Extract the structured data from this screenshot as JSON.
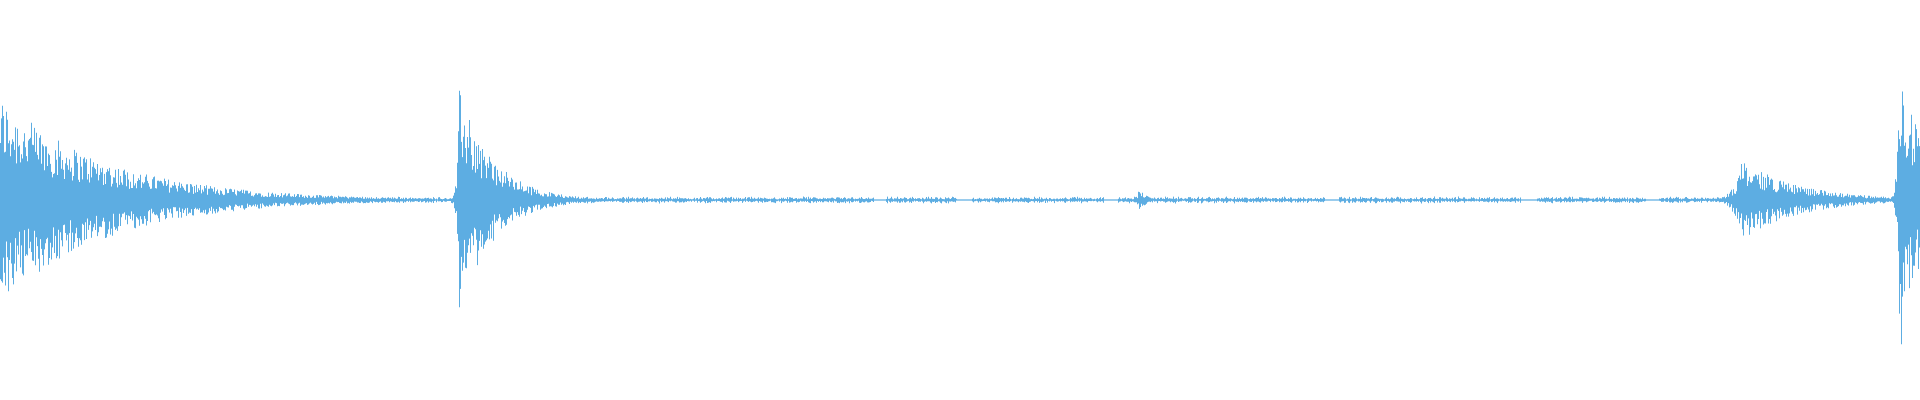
{
  "waveform": {
    "color": "#5dade2",
    "background": "#ffffff",
    "noise_floor": 0.012,
    "events": [
      {
        "at": 0.0,
        "peak": 0.52,
        "decay": 0.055,
        "attack": 0.001
      },
      {
        "at": 0.239,
        "peak": 0.55,
        "decay": 0.018,
        "attack": 0.001
      },
      {
        "at": 0.593,
        "peak": 0.06,
        "decay": 0.004,
        "attack": 0.001
      },
      {
        "at": 0.907,
        "peak": 0.2,
        "decay": 0.03,
        "attack": 0.004
      },
      {
        "at": 0.989,
        "peak": 0.8,
        "decay": 0.012,
        "attack": 0.001
      }
    ],
    "dropouts": [
      [
        0.078,
        0.092
      ],
      [
        0.117,
        0.126
      ],
      [
        0.151,
        0.158
      ],
      [
        0.173,
        0.18
      ],
      [
        0.455,
        0.461
      ],
      [
        0.498,
        0.506
      ],
      [
        0.575,
        0.582
      ],
      [
        0.69,
        0.697
      ],
      [
        0.792,
        0.8
      ],
      [
        0.857,
        0.864
      ]
    ]
  }
}
